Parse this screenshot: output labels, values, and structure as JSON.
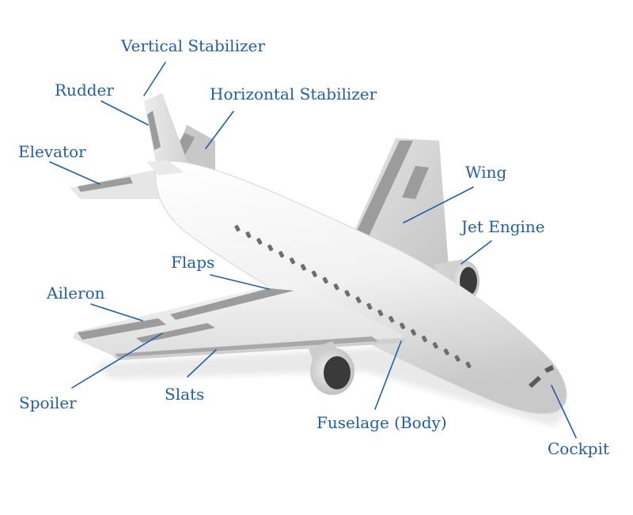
{
  "colors": {
    "label": "#1f5fa8",
    "airframe_light": "#f7f7f7",
    "airframe_shade": "#d4d4d4",
    "panel": "#9c9c9c",
    "engine_dark": "#3a3a3a"
  },
  "labels": {
    "vertical_stabilizer": "Vertical Stabilizer",
    "rudder": "Rudder",
    "horizontal_stabilizer": "Horizontal Stabilizer",
    "elevator": "Elevator",
    "wing": "Wing",
    "jet_engine": "Jet Engine",
    "flaps": "Flaps",
    "aileron": "Aileron",
    "spoiler": "Spoiler",
    "slats": "Slats",
    "fuselage": "Fuselage (Body)",
    "cockpit": "Cockpit"
  }
}
